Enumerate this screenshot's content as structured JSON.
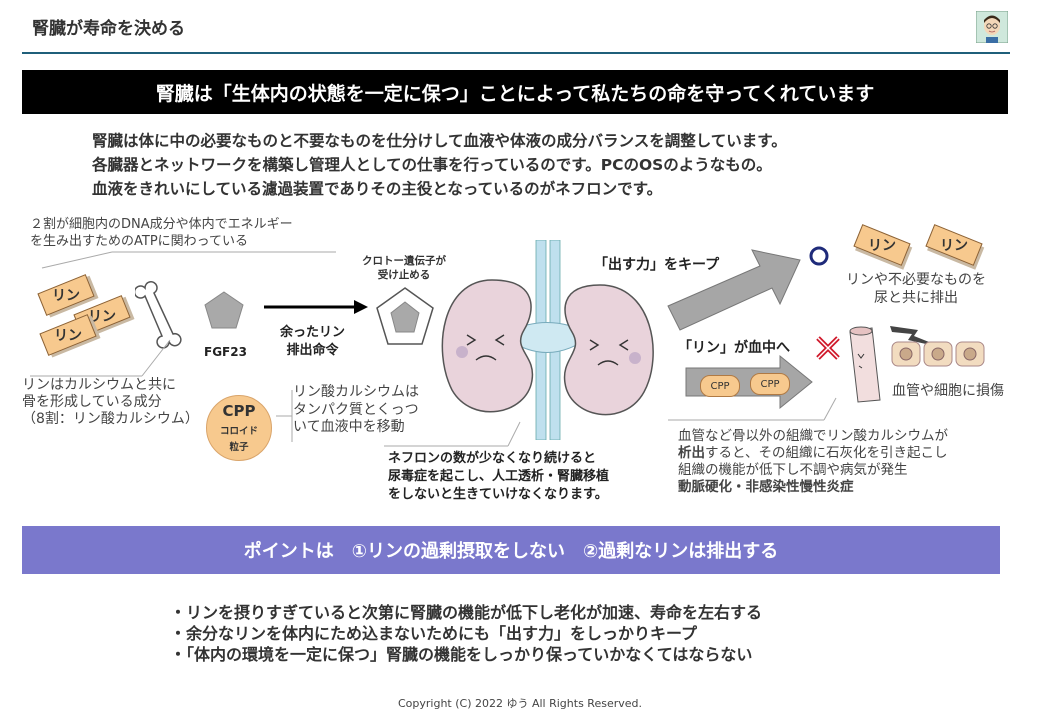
{
  "header": {
    "title": "腎臓が寿命を決める"
  },
  "banner": {
    "text": "腎臓は「生体内の状態を一定に保つ」ことによって私たちの命を守ってくれています"
  },
  "intro": {
    "lines": [
      "腎臓は体に中の必要なものと不要なものを仕分けして血液や体液の成分バランスを調整しています。",
      "各臓器とネットワークを構築し管理人としての仕事を行っているのです。PCのOSのようなもの。",
      "血液をきれいにしている濾過装置でありその主役となっているのがネフロンです。"
    ]
  },
  "diagram": {
    "atp_note": [
      "２割が細胞内のDNA成分や体内でエネルギー",
      "を生み出すためのATPに関わっている"
    ],
    "phosphorus_label": "リン",
    "bone_note": [
      "リンはカルシウムと共に",
      "骨を形成している成分",
      "（8割：リン酸カルシウム）"
    ],
    "fgf23_label": "FGF23",
    "excess_command": [
      "余ったリン",
      "排出命令"
    ],
    "klotho_label": [
      "クロトー遺伝子が",
      "受け止める"
    ],
    "cpp": {
      "title": "CPP",
      "sub1": "コロイド",
      "sub2": "粒子"
    },
    "cpp_note": [
      "リン酸カルシウムは",
      "タンパク質とくっつ",
      "いて血液中を移動"
    ],
    "nephron_note": [
      "ネフロンの数が少なくなり続けると",
      "尿毒症を起こし、人工透析・腎臓移植",
      "をしないと生きていけなくなります。"
    ],
    "keep_label": "「出す力」をキープ",
    "excrete_note": [
      "リンや不必要なものを",
      "尿と共に排出"
    ],
    "blood_label": "「リン」が血中へ",
    "cpp_pill": "CPP",
    "damage_label": "血管や細胞に損傷",
    "calcification_note": [
      {
        "text": "血管など骨以外の組織でリン酸カルシウムが",
        "bold": false
      },
      {
        "text": "析出",
        "bold": true,
        "suffix": "すると、その組織に石灰化を引き起こし"
      },
      {
        "text": "組織の機能が低下し不調や病気が発生",
        "bold": false
      },
      {
        "text": "動脈硬化・非感染性慢性炎症",
        "bold": true
      }
    ]
  },
  "point": {
    "text": "ポイントは　①リンの過剰摂取をしない　②過剰なリンは排出する"
  },
  "bullets": [
    "・リンを摂りすぎていると次第に腎臓の機能が低下し老化が加速、寿命を左右する",
    "・余分なリンを体内にため込まないためにも「出す力」をしっかりキープ",
    "・「体内の環境を一定に保つ」腎臓の機能をしっかり保っていかなくてはならない"
  ],
  "footer": {
    "copyright": "Copyright (C) 2022 ゆう All Rights Reserved."
  },
  "colors": {
    "banner_bg": "#000000",
    "point_bar": "#7a78cc",
    "phosphorus_tag": "#f7c98e",
    "kidney": "#e9d3db",
    "rule": "#1f5f7a"
  }
}
